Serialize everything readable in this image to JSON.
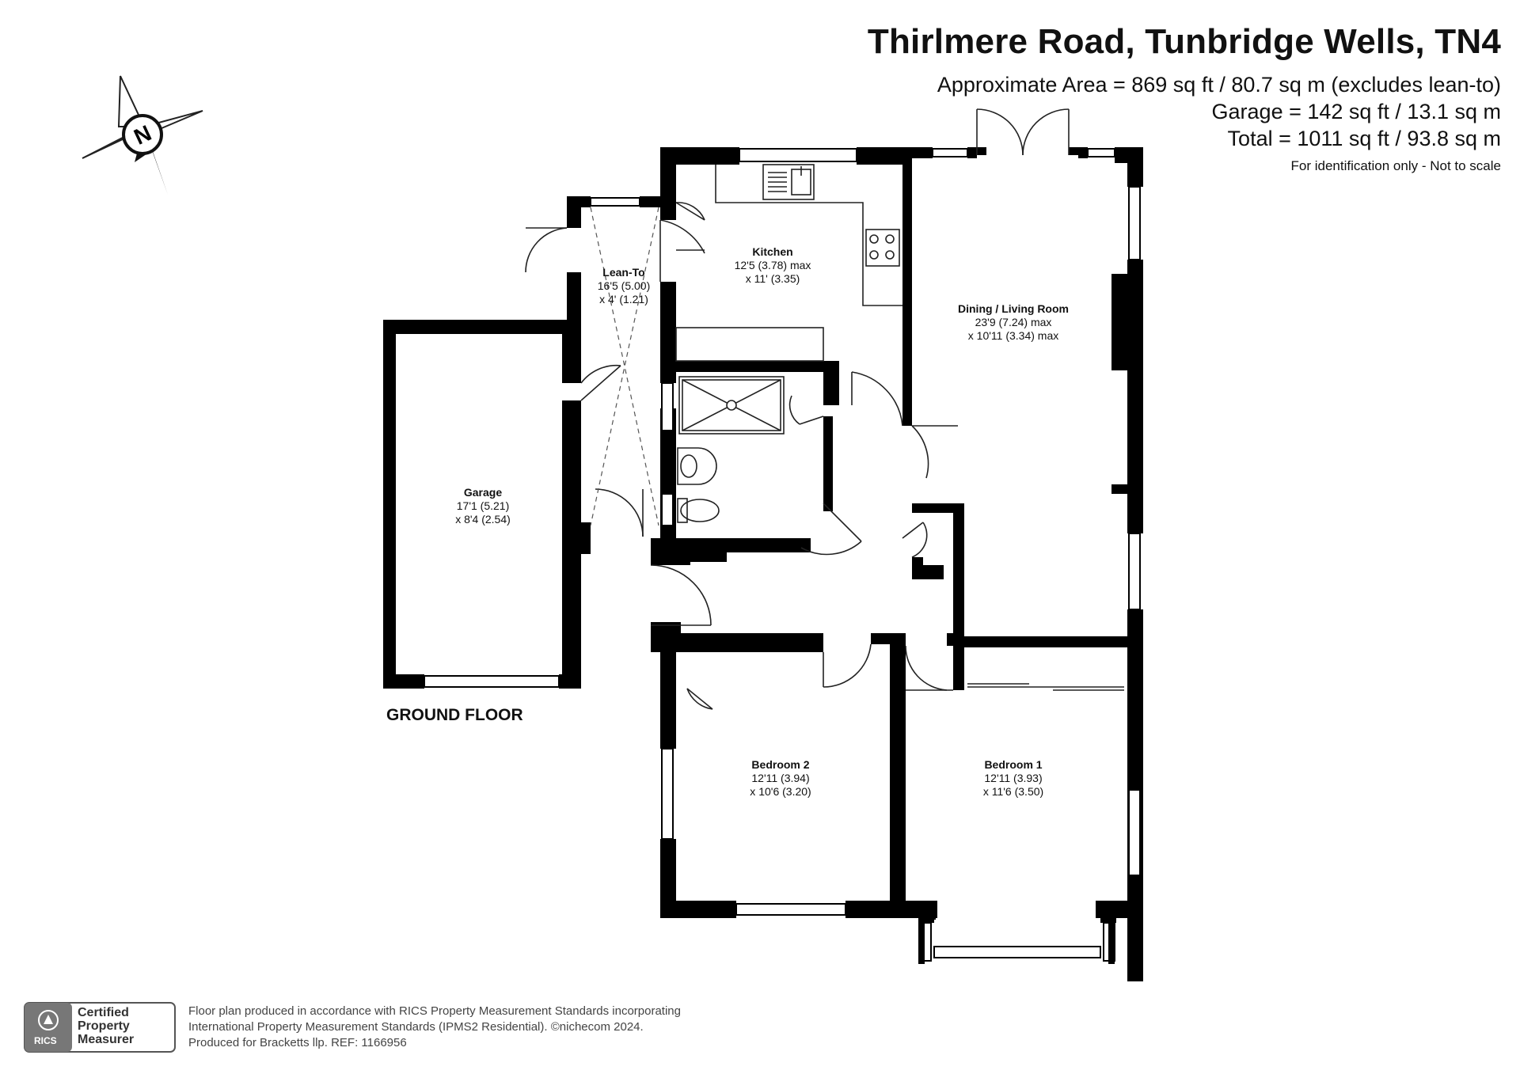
{
  "header": {
    "title": "Thirlmere Road, Tunbridge Wells, TN4",
    "approx_area": "Approximate Area = 869 sq ft / 80.7 sq m (excludes lean-to)",
    "garage_area": "Garage = 142 sq ft / 13.1 sq m",
    "total_area": "Total = 1011 sq ft / 93.8 sq m",
    "disclaimer": "For identification only - Not to scale"
  },
  "compass": {
    "label": "N",
    "icon": "north-compass-icon"
  },
  "rooms": {
    "lean_to": {
      "name": "Lean-To",
      "dim1": "16'5 (5.00)",
      "dim2": "x 4' (1.21)"
    },
    "kitchen": {
      "name": "Kitchen",
      "dim1": "12'5 (3.78) max",
      "dim2": "x 11' (3.35)"
    },
    "dining": {
      "name": "Dining / Living Room",
      "dim1": "23'9 (7.24) max",
      "dim2": "x 10'11 (3.34) max"
    },
    "garage": {
      "name": "Garage",
      "dim1": "17'1 (5.21)",
      "dim2": "x 8'4 (2.54)"
    },
    "bedroom2": {
      "name": "Bedroom 2",
      "dim1": "12'11 (3.94)",
      "dim2": "x 10'6 (3.20)"
    },
    "bedroom1": {
      "name": "Bedroom 1",
      "dim1": "12'11 (3.93)",
      "dim2": "x 11'6 (3.50)"
    }
  },
  "floor_label": "GROUND FLOOR",
  "footer": {
    "badge_line1": "Certified",
    "badge_line2": "Property",
    "badge_line3": "Measurer",
    "badge_brand": "RICS",
    "line1": "Floor plan produced in accordance with RICS Property Measurement Standards incorporating",
    "line2": "International Property Measurement Standards (IPMS2 Residential).  ©nichecom 2024.",
    "line3": "Produced for Bracketts llp.  REF:  1166956"
  },
  "colors": {
    "wall": "#000000",
    "background": "#ffffff"
  }
}
